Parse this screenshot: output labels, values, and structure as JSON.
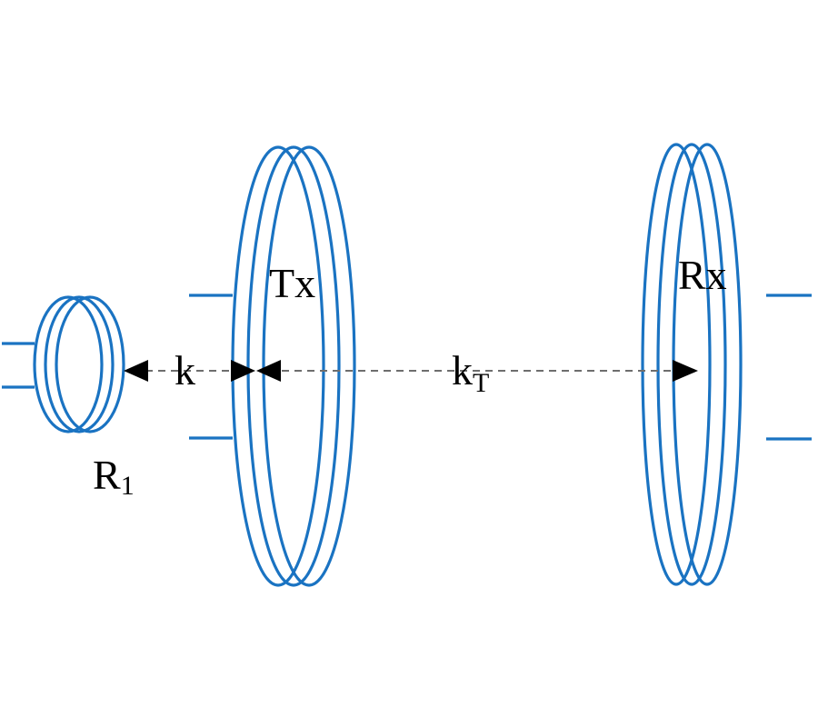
{
  "diagram": {
    "type": "wireless power transfer coil arrangement",
    "colors": {
      "coil": "#1a73c2",
      "dashed_line": "#6e6e6e",
      "arrow": "#000000",
      "text": "#000000",
      "background": "#ffffff"
    },
    "nodes": [
      {
        "id": "r1",
        "label": "R",
        "subscript": "1",
        "kind": "small relay/drive coil",
        "turns": 3
      },
      {
        "id": "tx",
        "label": "Tx",
        "kind": "transmitter coil",
        "turns": 3
      },
      {
        "id": "rx",
        "label": "Rx",
        "kind": "receiver coil",
        "turns": 3
      }
    ],
    "edges": [
      {
        "from": "r1",
        "to": "tx",
        "label": "k",
        "subscript": "",
        "style": "dashed double-arrow"
      },
      {
        "from": "tx",
        "to": "rx",
        "label": "k",
        "subscript": "T",
        "style": "dashed double-arrow"
      }
    ]
  }
}
